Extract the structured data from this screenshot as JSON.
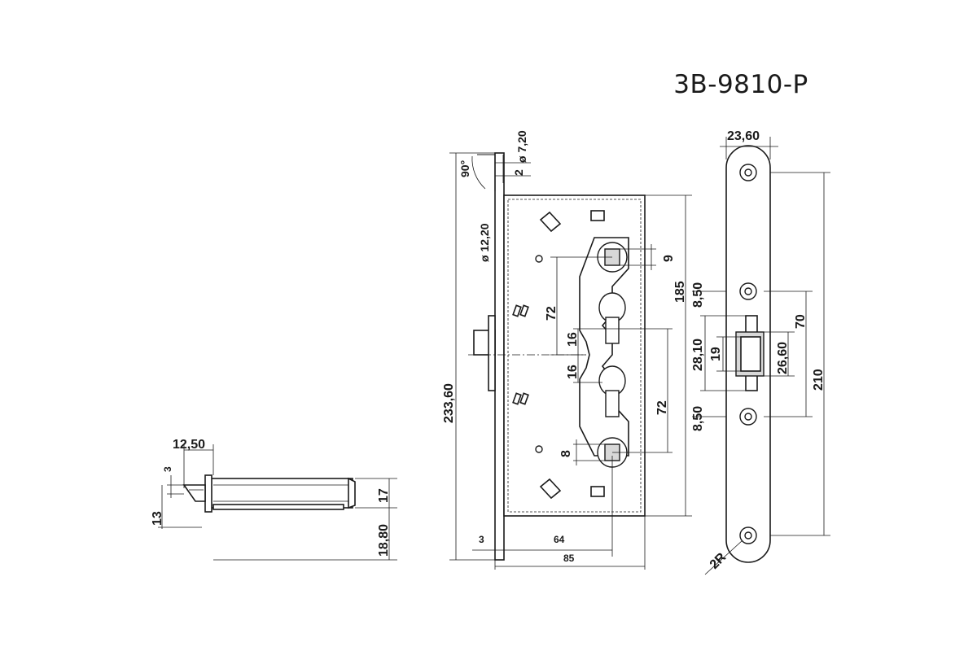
{
  "title": "3B-9810-P",
  "side_view": {
    "width": "12,50",
    "latch_offset": "3",
    "latch_depth": "13",
    "body_height": "17",
    "total_height": "18,80"
  },
  "front_view": {
    "height": "233,60",
    "forend_thickness": "3",
    "backset": "64",
    "case_width": "85",
    "case_height": "185",
    "angle": "90°",
    "hole_diameter": "ø 7,20",
    "hole_offset": "2",
    "cylinder_diameter": "ø 12,20",
    "upper_pitch": "72",
    "lower_pitch": "72",
    "upper_step": "16",
    "lower_step": "16",
    "upper_square": "9",
    "lower_square": "8"
  },
  "strike_plate": {
    "width": "23,60",
    "top_offset": "8,50",
    "bottom_offset": "8,50",
    "latch_window": "70",
    "overall_height": "210",
    "cutout_height": "28,10",
    "cutout_inner": "19",
    "window_height": "26,60",
    "radius": "2R"
  }
}
